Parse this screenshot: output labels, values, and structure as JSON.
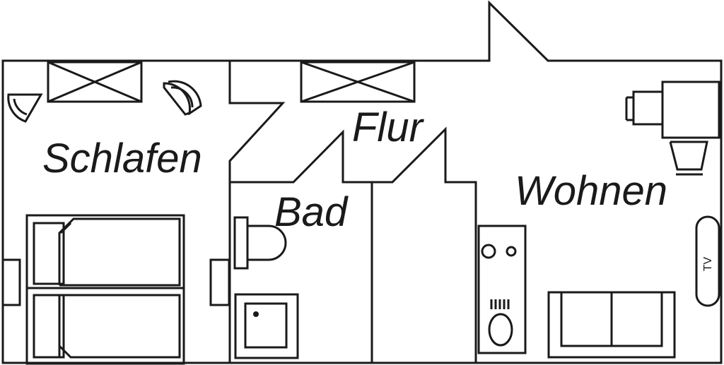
{
  "rooms": {
    "schlafen": "Schlafen",
    "flur": "Flur",
    "bad": "Bad",
    "wohnen": "Wohnen"
  },
  "furniture": {
    "tv": "TV"
  },
  "colors": {
    "line": "#1a1a1a",
    "background": "#ffffff"
  }
}
